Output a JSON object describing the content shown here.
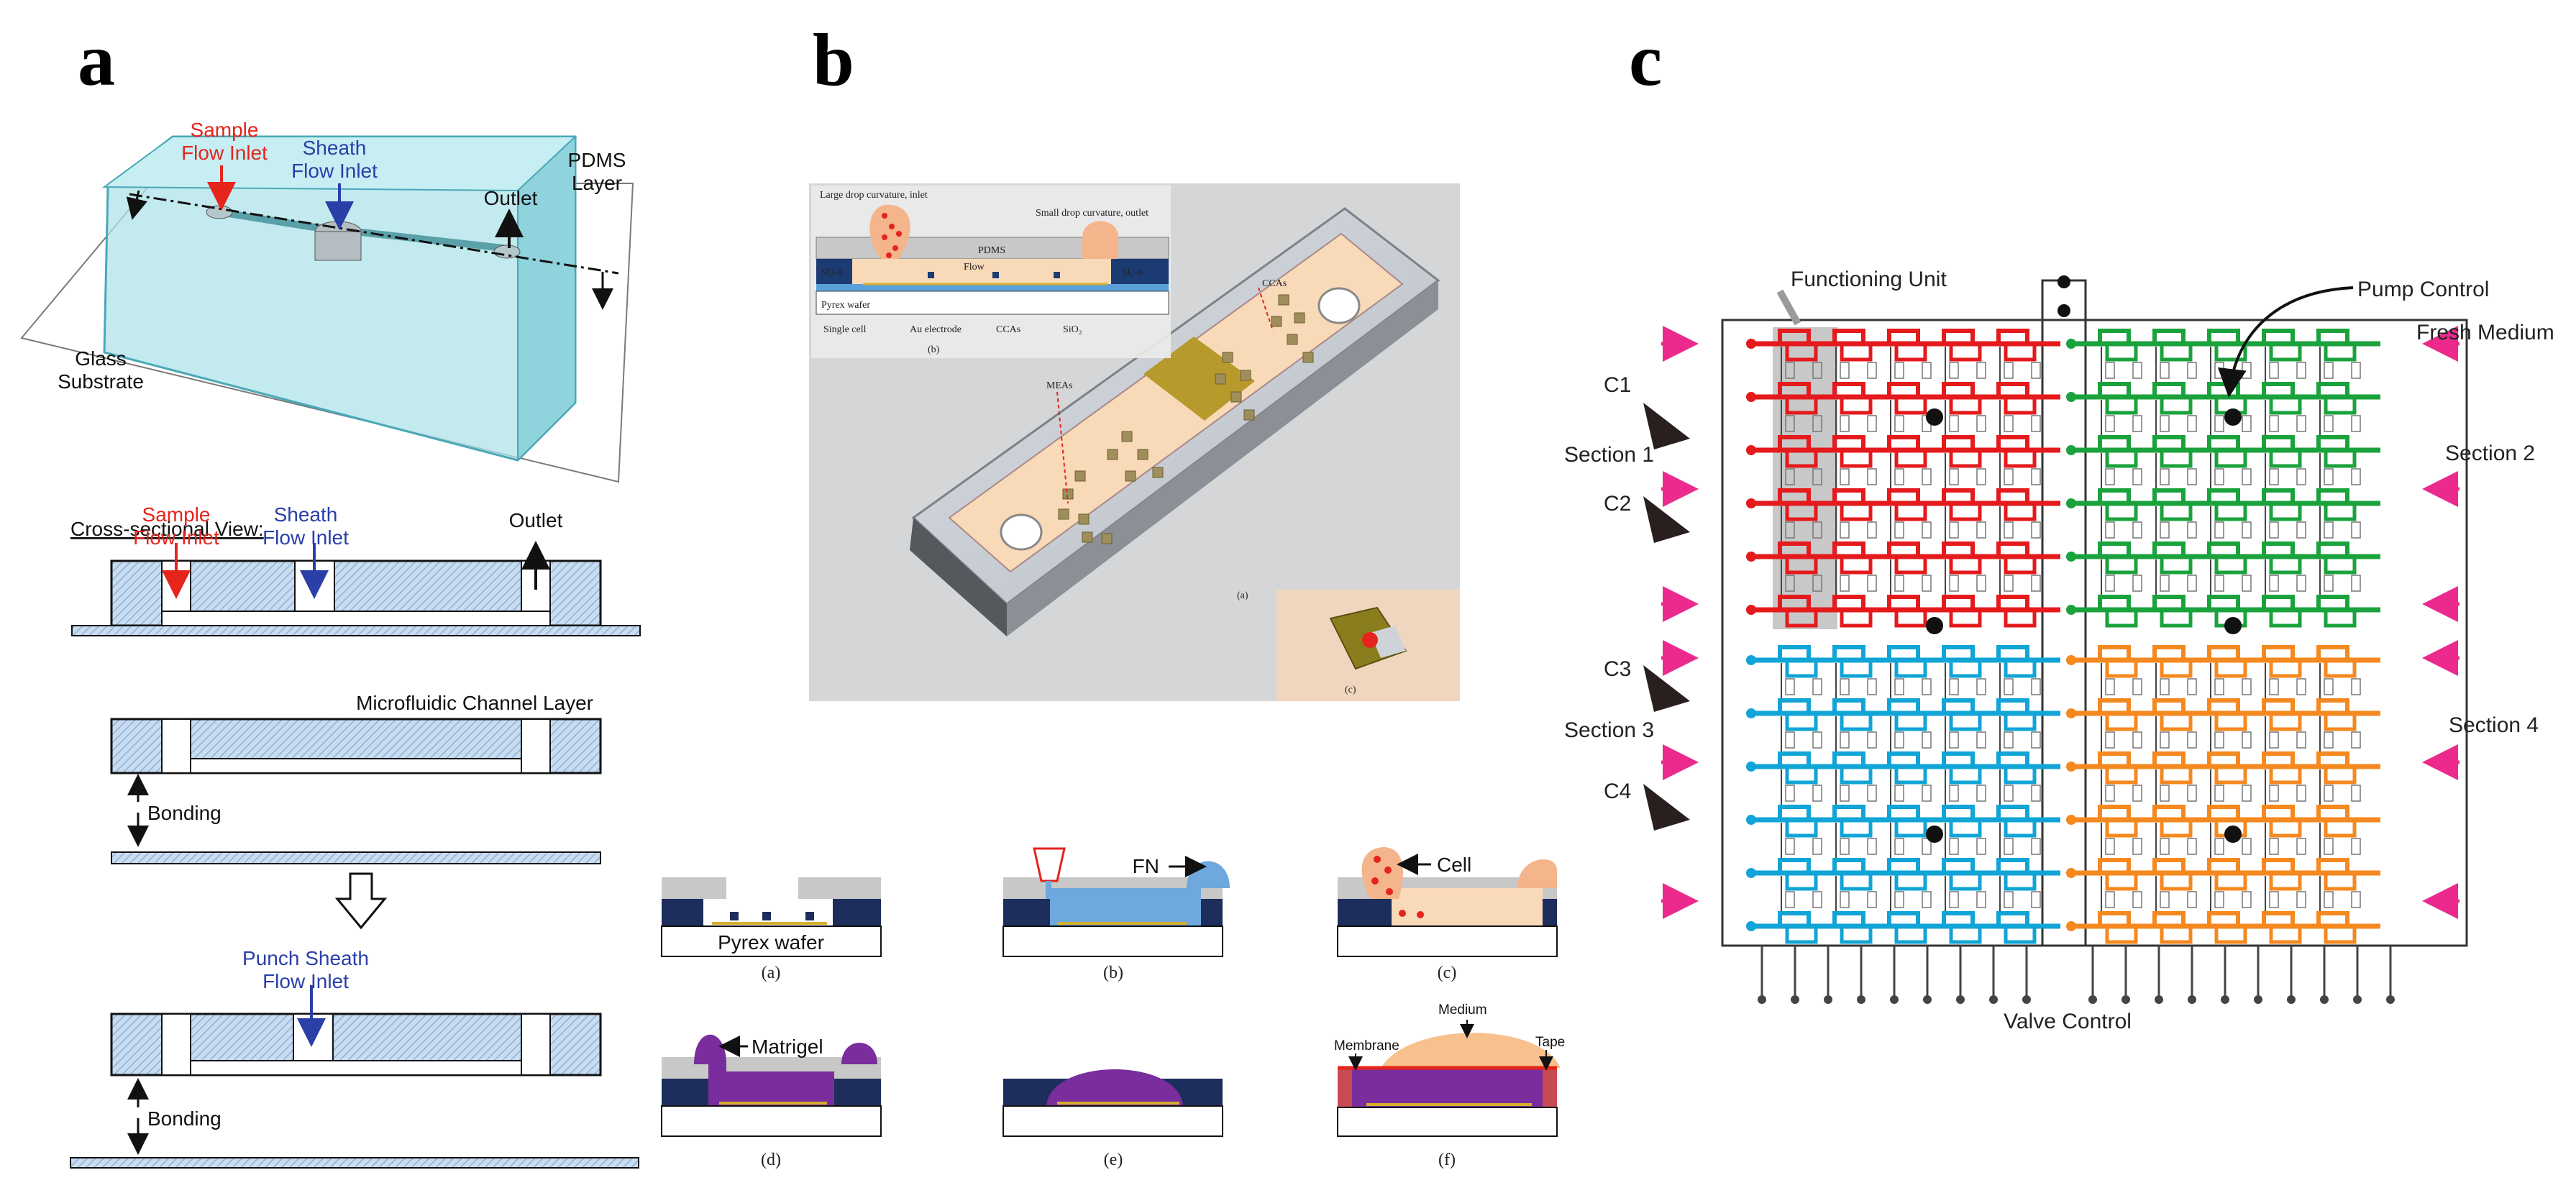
{
  "panels": {
    "a": {
      "letter": "a",
      "iso": {
        "sample_inlet": [
          "Sample",
          "Flow Inlet"
        ],
        "sheath_inlet": [
          "Sheath",
          "Flow Inlet"
        ],
        "outlet": "Outlet",
        "pdms": [
          "PDMS",
          "Layer"
        ],
        "glass": [
          "Glass",
          "Substrate"
        ]
      },
      "cross_title": "Cross-sectional View:",
      "cs_sample": [
        "Sample",
        "Flow Inlet"
      ],
      "cs_sheath": [
        "Sheath",
        "Flow Inlet"
      ],
      "cs_outlet": "Outlet",
      "channel_layer": "Microfluidic Channel Layer",
      "bonding1": "Bonding",
      "punch": [
        "Punch Sheath",
        "Flow Inlet"
      ],
      "bonding2": "Bonding"
    },
    "b": {
      "letter": "b",
      "inset": {
        "large_drop": "Large drop curvature, inlet",
        "small_drop": "Small drop curvature, outlet",
        "pdms": "PDMS",
        "su8_left": "SU-8",
        "su8_right": "SU-8",
        "flow": "Flow",
        "pyrex": "Pyrex wafer",
        "single_cell": "Single cell",
        "au_electrode": "Au electrode",
        "ccas": "CCAs",
        "sio2": "SiO₂",
        "cap_b": "(b)"
      },
      "device": {
        "ccas": "CCAs",
        "meas": "MEAs",
        "cap_a": "(a)",
        "cap_c": "(c)"
      },
      "steps": {
        "pyrex": "Pyrex wafer",
        "fn": "FN",
        "cell": "Cell",
        "matrigel": "Matrigel",
        "medium": "Medium",
        "membrane": "Membrane",
        "tape": "Tape",
        "captions": [
          "(a)",
          "(b)",
          "(c)",
          "(d)",
          "(e)",
          "(f)"
        ]
      }
    },
    "c": {
      "letter": "c",
      "functioning_unit": "Functioning Unit",
      "pump_control": "Pump Control",
      "fresh_medium": "Fresh Medium",
      "c1": "C1",
      "c2": "C2",
      "c3": "C3",
      "c4": "C4",
      "section1": "Section 1",
      "section2": "Section 2",
      "section3": "Section 3",
      "section4": "Section 4",
      "valve_control": "Valve Control",
      "colors": {
        "section1": "#e41a1c",
        "section2": "#1aa23c",
        "section3": "#11a4d6",
        "section4": "#f5881f",
        "inlet_arrow": "#ec2a8e"
      }
    }
  }
}
